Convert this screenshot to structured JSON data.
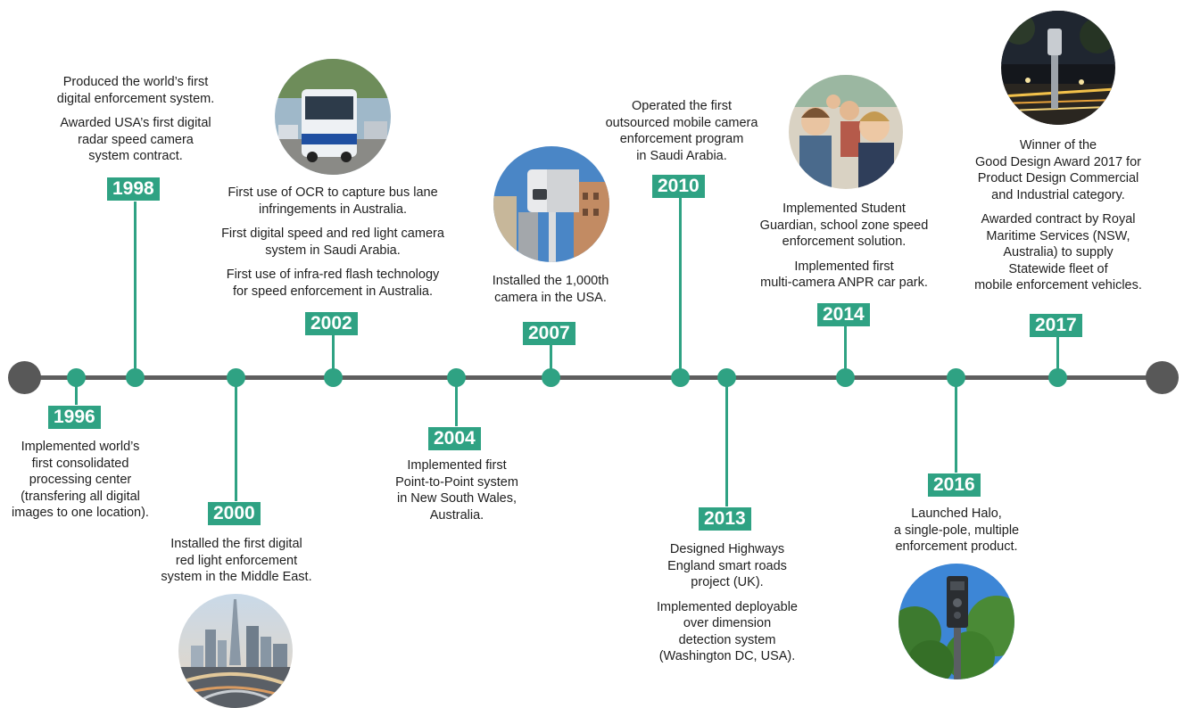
{
  "colors": {
    "accent": "#2fa283",
    "axis": "#5e5e5e",
    "cap": "#585858"
  },
  "milestones": [
    {
      "year": "1996",
      "lines": [
        "Implemented world’s",
        "first consolidated",
        "processing center",
        "(transfering all digital",
        "images to one location)."
      ]
    },
    {
      "year": "1998",
      "lines": [
        "Produced the world’s first",
        "digital enforcement system.",
        "Awarded USA’s first digital",
        "radar speed camera",
        "system contract."
      ]
    },
    {
      "year": "2000",
      "lines": [
        "Installed the first digital",
        "red light enforcement",
        "system in the Middle East."
      ]
    },
    {
      "year": "2002",
      "lines": [
        "First use of OCR to capture bus lane",
        "infringements in Australia.",
        "First digital speed and red light camera",
        "system in Saudi Arabia.",
        "First use of infra-red flash technology",
        "for speed enforcement in Australia."
      ]
    },
    {
      "year": "2004",
      "lines": [
        "Implemented first",
        "Point-to-Point system",
        "in New South Wales,",
        "Australia."
      ]
    },
    {
      "year": "2007",
      "lines": [
        "Installed the 1,000th",
        "camera in the USA."
      ]
    },
    {
      "year": "2010",
      "lines": [
        "Operated the first",
        "outsourced mobile camera",
        "enforcement program",
        "in Saudi Arabia."
      ]
    },
    {
      "year": "2013",
      "lines": [
        "Designed Highways",
        "England smart roads",
        "project (UK).",
        "Implemented deployable",
        "over dimension",
        "detection system",
        "(Washington DC, USA)."
      ]
    },
    {
      "year": "2014",
      "lines": [
        "Implemented Student",
        "Guardian, school zone speed",
        "enforcement solution.",
        "Implemented first",
        "multi-camera ANPR car park."
      ]
    },
    {
      "year": "2016",
      "lines": [
        "Launched Halo,",
        "a single-pole, multiple",
        "enforcement product."
      ]
    },
    {
      "year": "2017",
      "lines": [
        "Winner of the",
        "Good Design Award 2017 for",
        "Product Design Commercial",
        "and Industrial category.",
        "Awarded contract by Royal",
        "Maritime Services (NSW,",
        "Australia) to supply",
        "Statewide  fleet of",
        "mobile enforcement vehicles."
      ]
    }
  ],
  "photos": [
    {
      "name": "dubai-skyline-photo",
      "subject": "city skyline with highway interchange"
    },
    {
      "name": "bus-photo",
      "subject": "city bus in bus lane"
    },
    {
      "name": "camera-photo",
      "subject": "red light camera with city buildings"
    },
    {
      "name": "students-photo",
      "subject": "students on school bus"
    },
    {
      "name": "night-road-photo",
      "subject": "enforcement pole at night"
    },
    {
      "name": "halo-pole-photo",
      "subject": "single-pole enforcement product with trees"
    }
  ]
}
